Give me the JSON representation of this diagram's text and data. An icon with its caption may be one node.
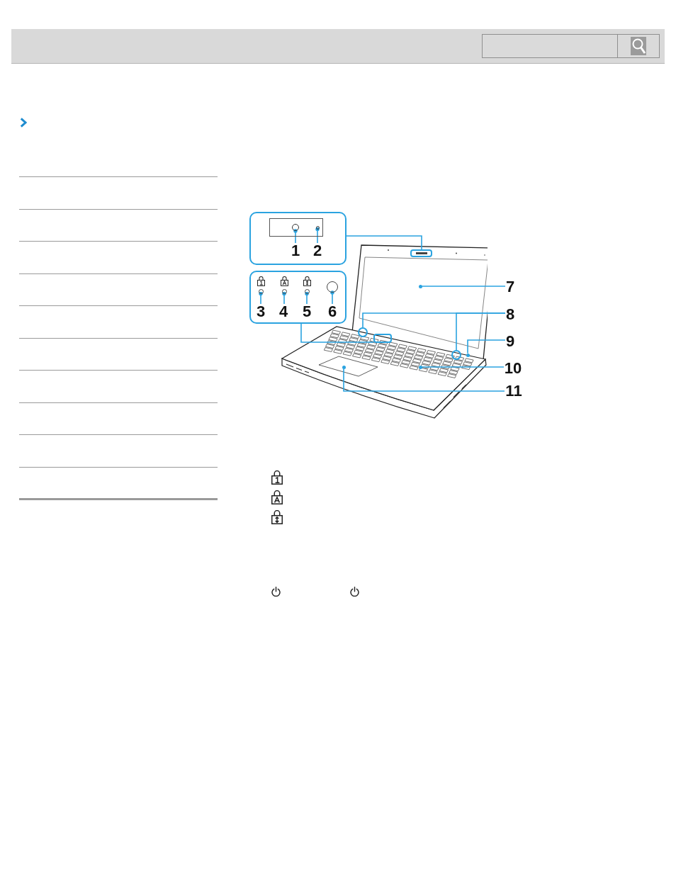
{
  "diagram": {
    "nodes": [
      {
        "text": [],
        "shape": "box"
      },
      {
        "text": [
          "1"
        ],
        "in": 0
      },
      {
        "text": [
          "2"
        ],
        "in": 0
      },
      {
        "text": [],
        "shape": "circle",
        "in": 0
      },
      {
        "text": [],
        "shape": "circle",
        "in": 0
      },
      {
        "text": [],
        "shape": "box"
      },
      {
        "text": [],
        "shape": "box"
      },
      {
        "text": [
          "3"
        ],
        "in": 6
      },
      {
        "text": [
          "4"
        ],
        "in": 6
      },
      {
        "text": [
          "5"
        ],
        "in": 6
      },
      {
        "text": [
          "6"
        ],
        "in": 6
      },
      {
        "text": [],
        "shape": "circle",
        "in": 6
      },
      {
        "text": [],
        "shape": "circle",
        "in": 6
      },
      {
        "text": [],
        "shape": "circle",
        "in": 6
      },
      {
        "text": [],
        "shape": "circle",
        "in": 6
      },
      {
        "text": [],
        "shape": "circle"
      },
      {
        "text": [
          "7"
        ]
      },
      {
        "text": [
          "8"
        ]
      },
      {
        "text": [],
        "shape": "circle"
      },
      {
        "text": [],
        "shape": "box"
      },
      {
        "text": [],
        "shape": "circle"
      },
      {
        "text": [],
        "shape": "circle"
      },
      {
        "text": [
          "9"
        ]
      },
      {
        "text": [],
        "shape": "circle"
      },
      {
        "text": [
          "10"
        ]
      },
      {
        "text": [],
        "shape": "circle"
      },
      {
        "text": [
          "11"
        ]
      }
    ],
    "edges": [
      {
        "from": 1,
        "to": 3,
        "arrow": "other"
      },
      {
        "from": 2,
        "to": 4,
        "arrow": "other"
      },
      {
        "from": 0,
        "to": 5,
        "arrow": "none"
      },
      {
        "from": 16,
        "to": 15,
        "arrow": "none"
      },
      {
        "from": 7,
        "to": 11,
        "arrow": "other"
      },
      {
        "from": 8,
        "to": 12,
        "arrow": "other"
      },
      {
        "from": 9,
        "to": 13,
        "arrow": "other"
      },
      {
        "from": 10,
        "to": 14,
        "arrow": "other"
      },
      {
        "from": 6,
        "to": 19,
        "arrow": "none"
      },
      {
        "from": 17,
        "to": 18,
        "arrow": "none"
      },
      {
        "from": 17,
        "to": 20,
        "arrow": "none"
      },
      {
        "from": 22,
        "to": 21,
        "arrow": "none"
      },
      {
        "from": 24,
        "to": 23,
        "arrow": "none"
      },
      {
        "from": 26,
        "to": 25,
        "arrow": "none"
      }
    ]
  }
}
